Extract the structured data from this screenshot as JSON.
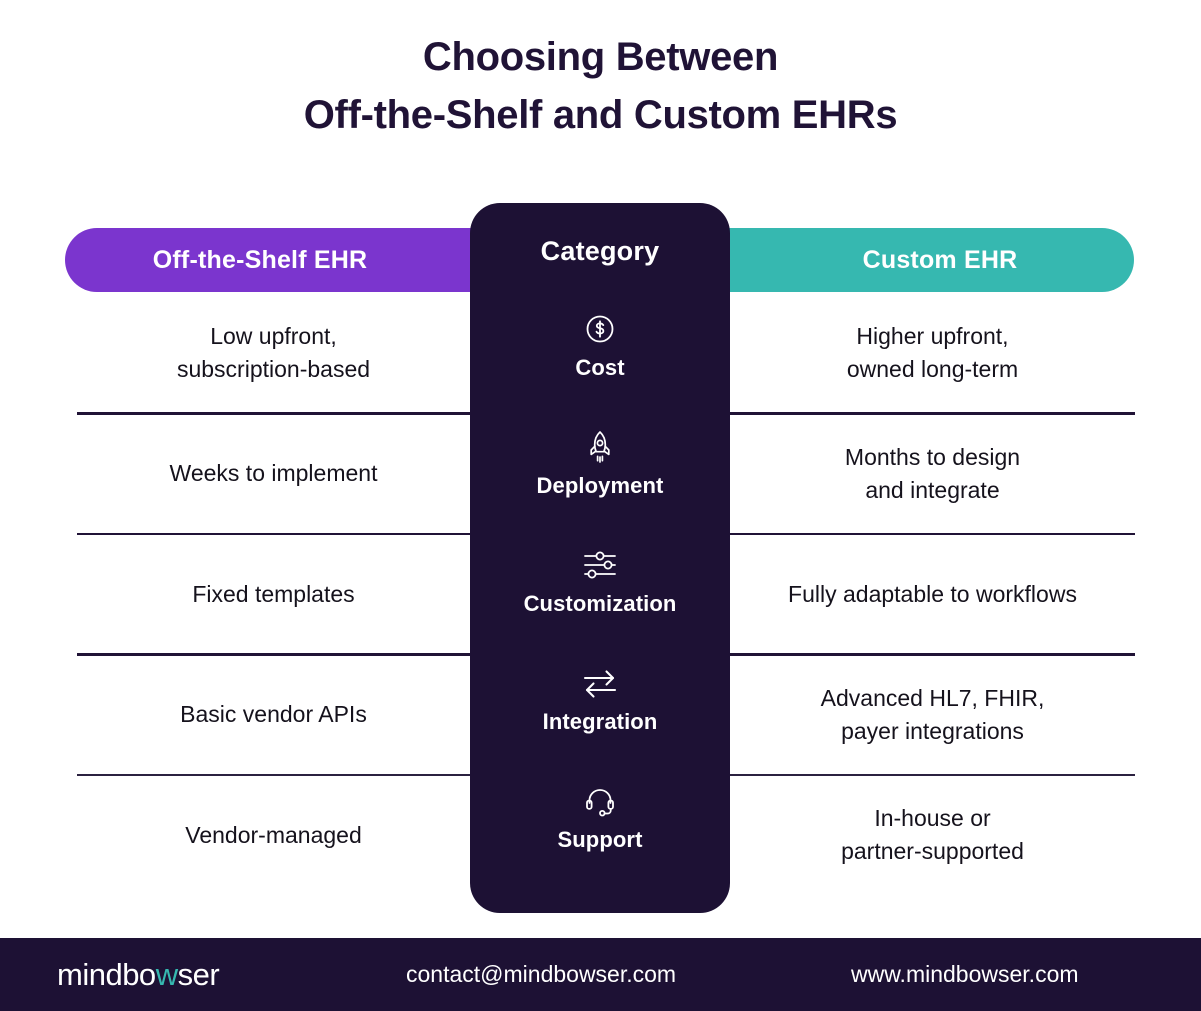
{
  "title": {
    "line1": "Choosing Between",
    "line2": "Off-the-Shelf and Custom EHRs"
  },
  "colors": {
    "off_the_shelf_header": "#7B35CE",
    "custom_header": "#36B8B0",
    "center_card": "#1D1134",
    "footer": "#1D1134",
    "text_dark": "#201336",
    "accent_teal": "#36B8B0"
  },
  "headers": {
    "left": "Off-the-Shelf EHR",
    "center": "Category",
    "right": "Custom EHR"
  },
  "rows": [
    {
      "category": "Cost",
      "icon": "dollar-circle-icon",
      "left": "Low upfront,\nsubscription-based",
      "right": "Higher upfront,\nowned long-term"
    },
    {
      "category": "Deployment",
      "icon": "rocket-icon",
      "left": "Weeks to implement",
      "right": "Months to design\nand integrate"
    },
    {
      "category": "Customization",
      "icon": "sliders-icon",
      "left": "Fixed templates",
      "right": "Fully adaptable to workflows"
    },
    {
      "category": "Integration",
      "icon": "exchange-arrows-icon",
      "left": "Basic vendor APIs",
      "right": "Advanced HL7, FHIR,\npayer integrations"
    },
    {
      "category": "Support",
      "icon": "headset-icon",
      "left": "Vendor-managed",
      "right": "In-house or\npartner-supported"
    }
  ],
  "footer": {
    "logo_part1": "mindbo",
    "logo_accent": "w",
    "logo_part2": "ser",
    "email": "contact@mindbowser.com",
    "website": "www.mindbowser.com"
  }
}
